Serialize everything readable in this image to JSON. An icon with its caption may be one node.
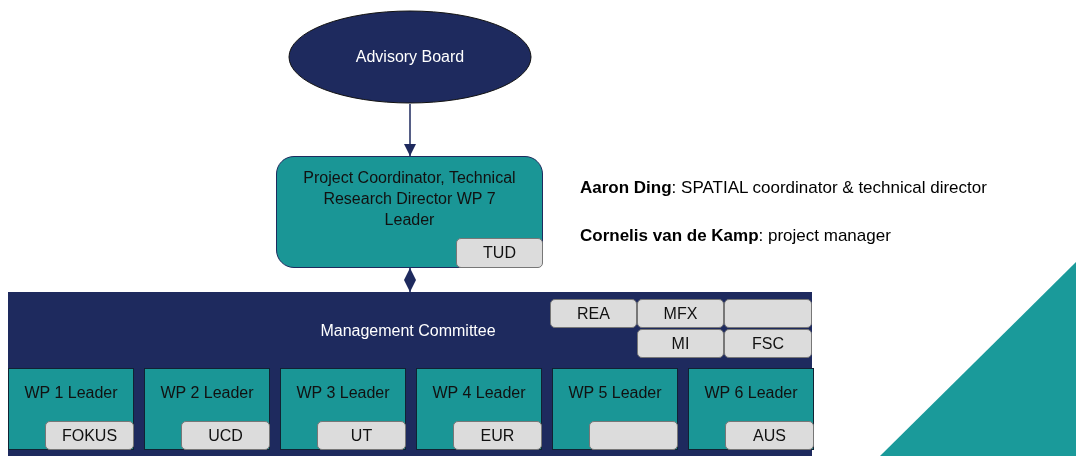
{
  "diagram": {
    "nodes": [
      {
        "text": [
          "Advisory Board"
        ]
      },
      {
        "text": [
          "Project Coordinator, Technical Research Director WP 7 Leader"
        ]
      },
      {
        "text": [
          "TUD"
        ],
        "in": 1
      },
      {
        "text": [
          "Management Committee"
        ]
      },
      {
        "text": [
          "REA"
        ],
        "in": 3
      },
      {
        "text": [
          "MFX"
        ],
        "in": 3
      },
      {
        "text": [],
        "shape": "box",
        "in": 3
      },
      {
        "text": [
          "MI"
        ],
        "in": 3
      },
      {
        "text": [
          "FSC"
        ],
        "in": 3
      },
      {
        "text": [
          "WP 1 Leader"
        ],
        "in": 3
      },
      {
        "text": [
          "FOKUS"
        ],
        "in": 9
      },
      {
        "text": [
          "WP 2 Leader"
        ],
        "in": 3
      },
      {
        "text": [
          "UCD"
        ],
        "in": 11
      },
      {
        "text": [
          "WP 3 Leader"
        ],
        "in": 3
      },
      {
        "text": [
          "UT"
        ],
        "in": 13
      },
      {
        "text": [
          "WP 4 Leader"
        ],
        "in": 3
      },
      {
        "text": [
          "EUR"
        ],
        "in": 15
      },
      {
        "text": [
          "WP 5 Leader"
        ],
        "in": 3
      },
      {
        "text": [],
        "shape": "box",
        "in": 17
      },
      {
        "text": [
          "WP 6 Leader"
        ],
        "in": 3
      },
      {
        "text": [
          "AUS"
        ],
        "in": 19
      }
    ],
    "edges": [
      {
        "from": 0,
        "to": 1,
        "arrow": "to"
      },
      {
        "from": 1,
        "to": 3,
        "arrow": "both"
      }
    ],
    "labels": [
      "**Aaron Ding**: SPATIAL coordinator & technical director",
      "**Cornelis van de Kamp**: project manager"
    ]
  }
}
